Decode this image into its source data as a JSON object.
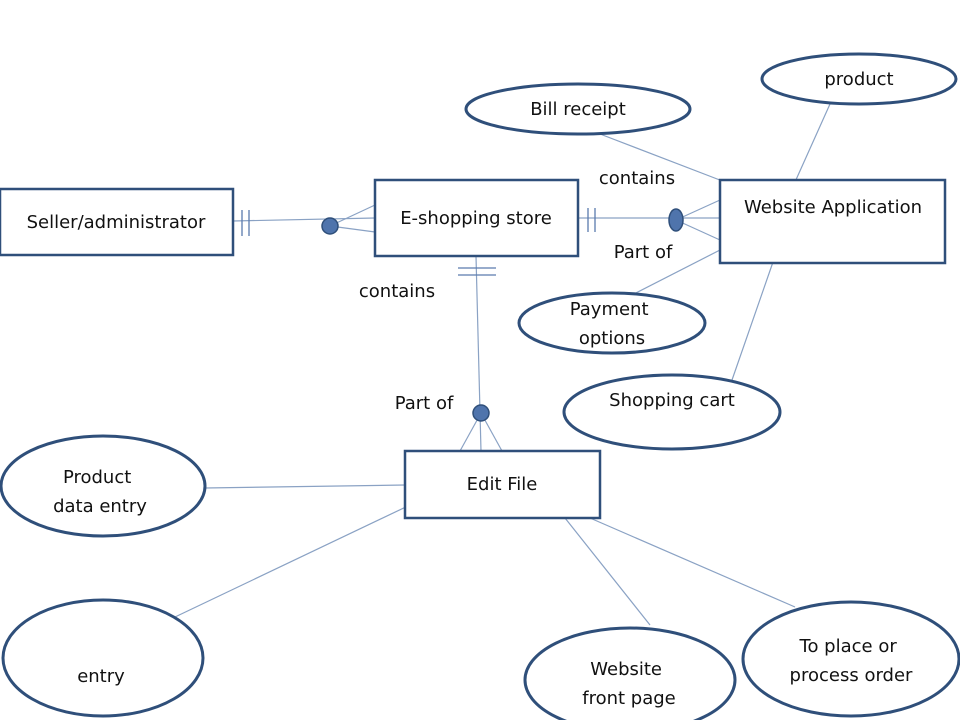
{
  "entities": {
    "seller": "Seller/administrator",
    "store": "E-shopping store",
    "website": "Website Application",
    "edit_file": "Edit File"
  },
  "attributes": {
    "product": "product",
    "bill": "Bill receipt",
    "payment": [
      "Payment",
      "options"
    ],
    "cart": "Shopping cart",
    "product_entry": [
      "Product",
      "data entry"
    ],
    "entry": "entry",
    "front_page": [
      "Website",
      "front page"
    ],
    "order": [
      "To place or",
      "process order"
    ]
  },
  "relationships": {
    "contains_top": "contains",
    "part_of_right": "Part of",
    "contains_left": "contains",
    "part_of_bottom": "Part of"
  },
  "colors": {
    "shape_stroke": "#2f4f7a",
    "connector": "#8aa2c4",
    "marker": "#4f74ac"
  }
}
